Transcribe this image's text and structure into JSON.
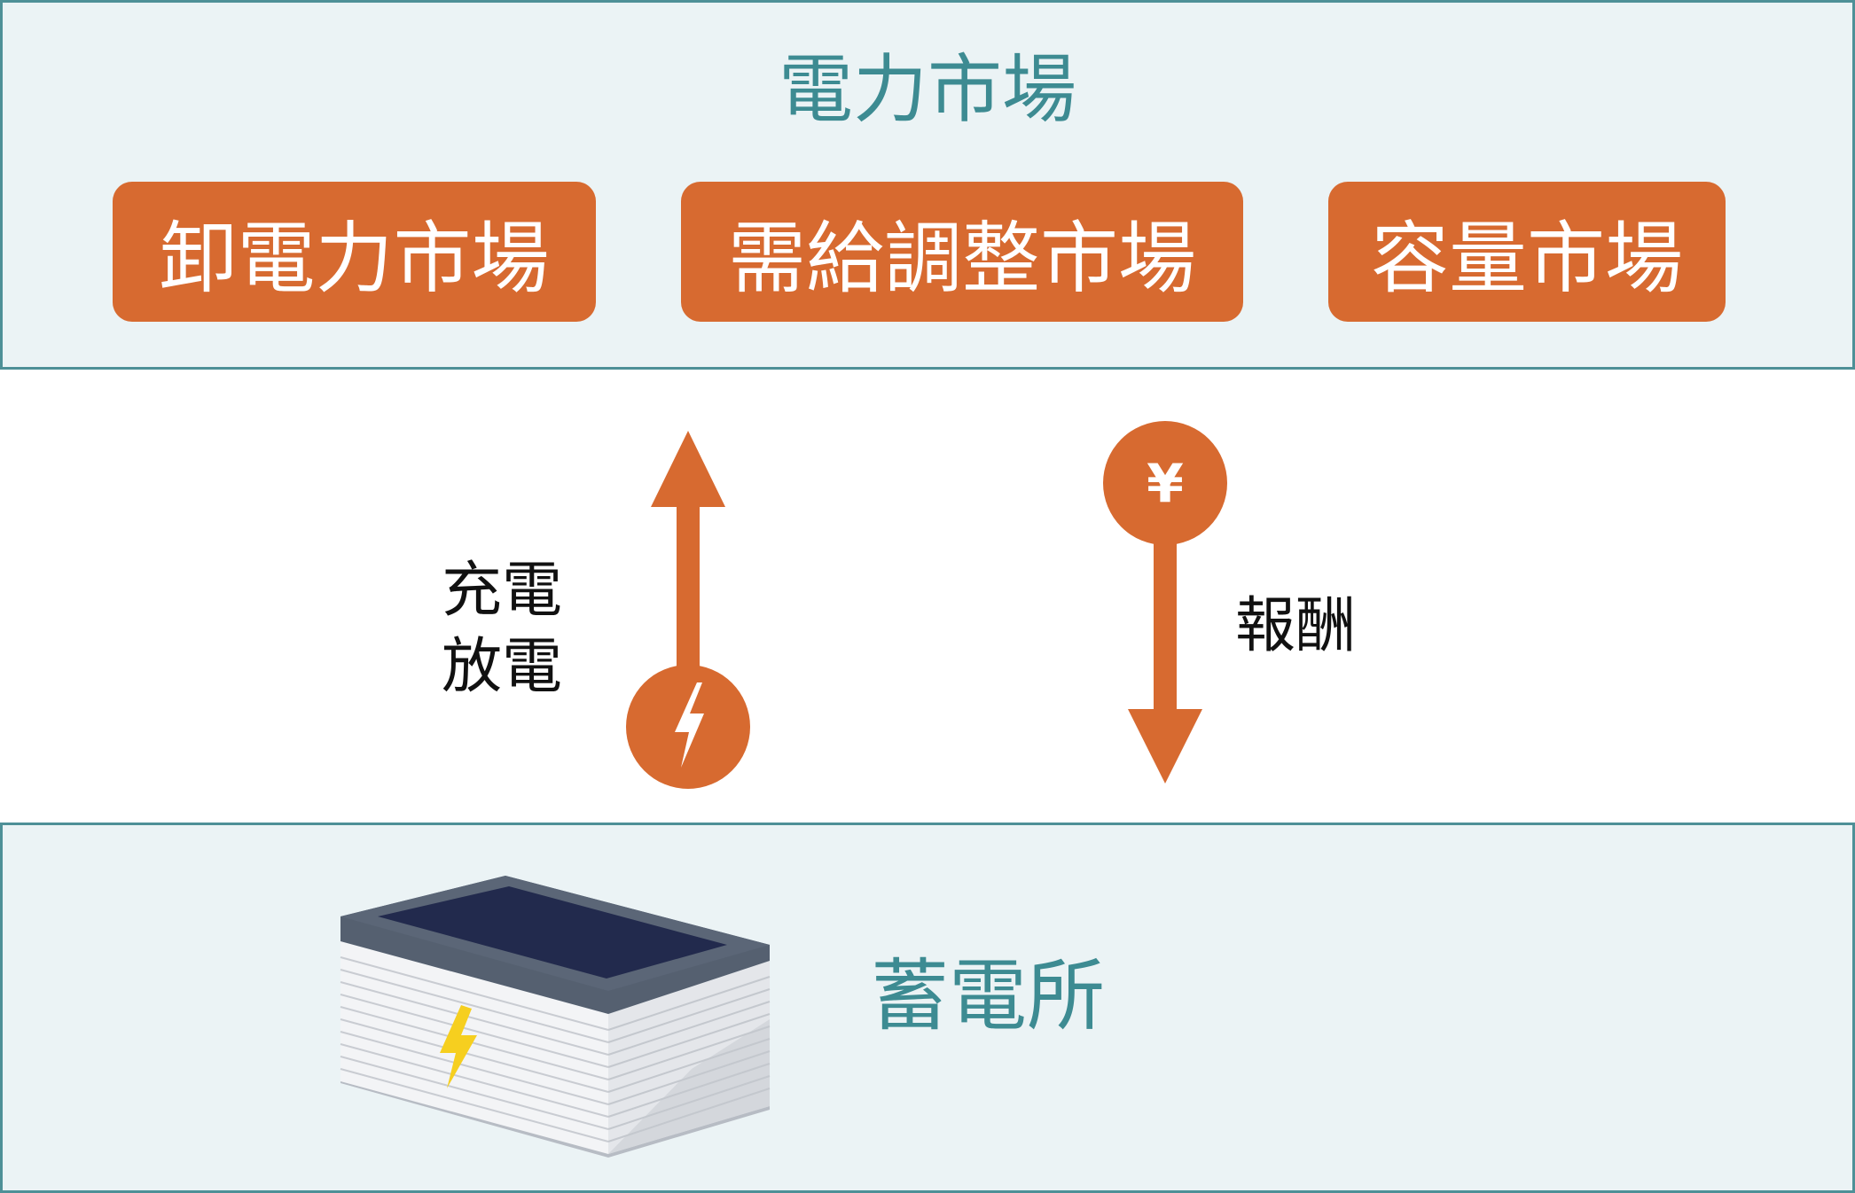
{
  "colors": {
    "panel_background": "#ebf3f5",
    "panel_border": "#4e9097",
    "title_text": "#3d8b92",
    "accent_orange": "#d76a30",
    "label_text": "#111111",
    "bolt_yellow": "#f6cf1f"
  },
  "market": {
    "title": "電力市場",
    "items": [
      {
        "label": "卸電力市場"
      },
      {
        "label": "需給調整市場"
      },
      {
        "label": "容量市場"
      }
    ]
  },
  "flows": {
    "power": {
      "line1": "充電",
      "line2": "放電",
      "icon": "lightning-icon",
      "direction": "up"
    },
    "payment": {
      "label": "報酬",
      "icon_text": "¥",
      "icon": "yen-icon",
      "direction": "down"
    }
  },
  "storage": {
    "label": "蓄電所",
    "icon": "battery-storage-icon"
  }
}
